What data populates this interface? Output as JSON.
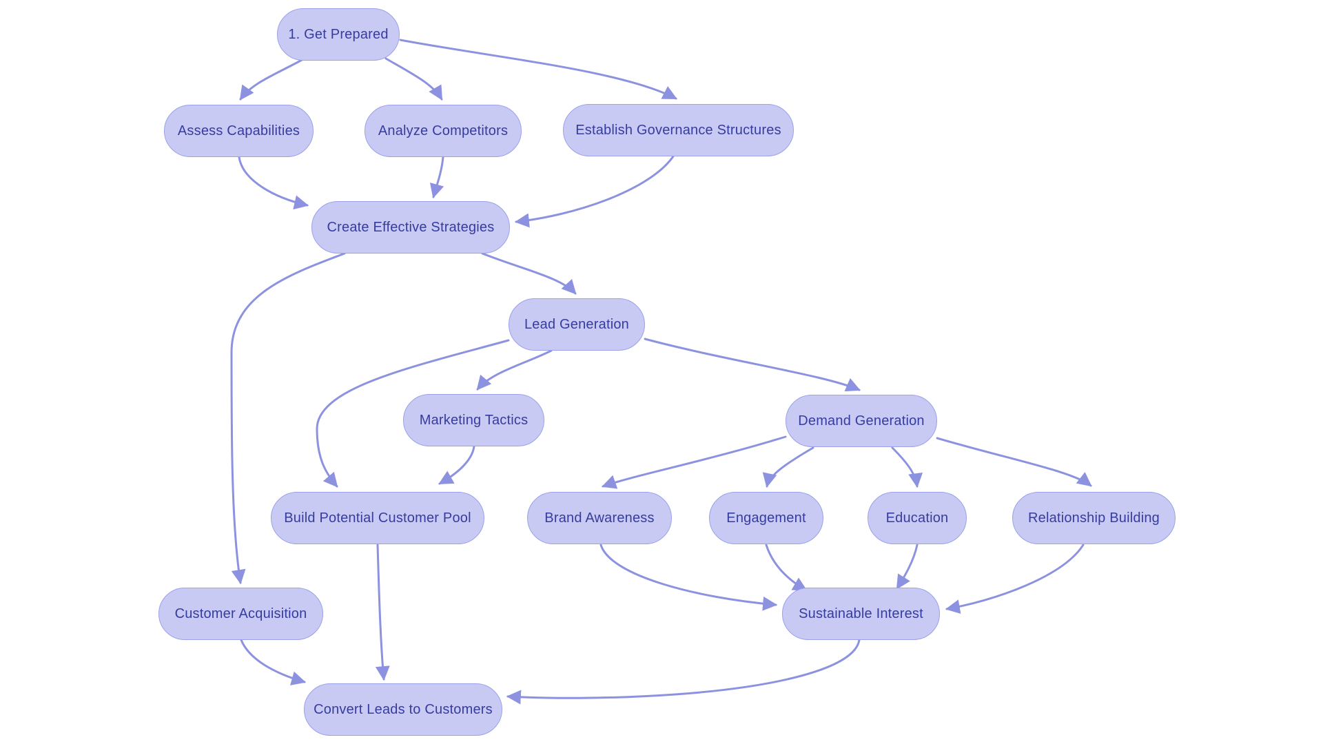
{
  "diagram": {
    "type": "flowchart",
    "colors": {
      "background": "#ffffff",
      "node_fill": "#c9caf4",
      "node_border": "#9aa0ea",
      "node_text": "#353c9f",
      "edge": "#8c92e0"
    },
    "nodes": {
      "get_prepared": {
        "label": "1. Get Prepared"
      },
      "assess_capabilities": {
        "label": "Assess Capabilities"
      },
      "analyze_competitors": {
        "label": "Analyze Competitors"
      },
      "establish_governance_structures": {
        "label": "Establish Governance Structures"
      },
      "create_effective_strategies": {
        "label": "Create Effective Strategies"
      },
      "lead_generation": {
        "label": "Lead Generation"
      },
      "marketing_tactics": {
        "label": "Marketing Tactics"
      },
      "demand_generation": {
        "label": "Demand Generation"
      },
      "build_potential_customer_pool": {
        "label": "Build Potential Customer Pool"
      },
      "brand_awareness": {
        "label": "Brand Awareness"
      },
      "engagement": {
        "label": "Engagement"
      },
      "education": {
        "label": "Education"
      },
      "relationship_building": {
        "label": "Relationship Building"
      },
      "customer_acquisition": {
        "label": "Customer Acquisition"
      },
      "sustainable_interest": {
        "label": "Sustainable Interest"
      },
      "convert_leads_to_customers": {
        "label": "Convert Leads to Customers"
      }
    },
    "edges": [
      {
        "from": "get_prepared",
        "to": "assess_capabilities"
      },
      {
        "from": "get_prepared",
        "to": "analyze_competitors"
      },
      {
        "from": "get_prepared",
        "to": "establish_governance_structures"
      },
      {
        "from": "assess_capabilities",
        "to": "create_effective_strategies"
      },
      {
        "from": "analyze_competitors",
        "to": "create_effective_strategies"
      },
      {
        "from": "establish_governance_structures",
        "to": "create_effective_strategies"
      },
      {
        "from": "create_effective_strategies",
        "to": "lead_generation"
      },
      {
        "from": "create_effective_strategies",
        "to": "customer_acquisition"
      },
      {
        "from": "lead_generation",
        "to": "marketing_tactics"
      },
      {
        "from": "lead_generation",
        "to": "build_potential_customer_pool"
      },
      {
        "from": "lead_generation",
        "to": "demand_generation"
      },
      {
        "from": "marketing_tactics",
        "to": "build_potential_customer_pool"
      },
      {
        "from": "demand_generation",
        "to": "brand_awareness"
      },
      {
        "from": "demand_generation",
        "to": "engagement"
      },
      {
        "from": "demand_generation",
        "to": "education"
      },
      {
        "from": "demand_generation",
        "to": "relationship_building"
      },
      {
        "from": "brand_awareness",
        "to": "sustainable_interest"
      },
      {
        "from": "engagement",
        "to": "sustainable_interest"
      },
      {
        "from": "education",
        "to": "sustainable_interest"
      },
      {
        "from": "relationship_building",
        "to": "sustainable_interest"
      },
      {
        "from": "build_potential_customer_pool",
        "to": "convert_leads_to_customers"
      },
      {
        "from": "customer_acquisition",
        "to": "convert_leads_to_customers"
      },
      {
        "from": "sustainable_interest",
        "to": "convert_leads_to_customers"
      }
    ]
  }
}
